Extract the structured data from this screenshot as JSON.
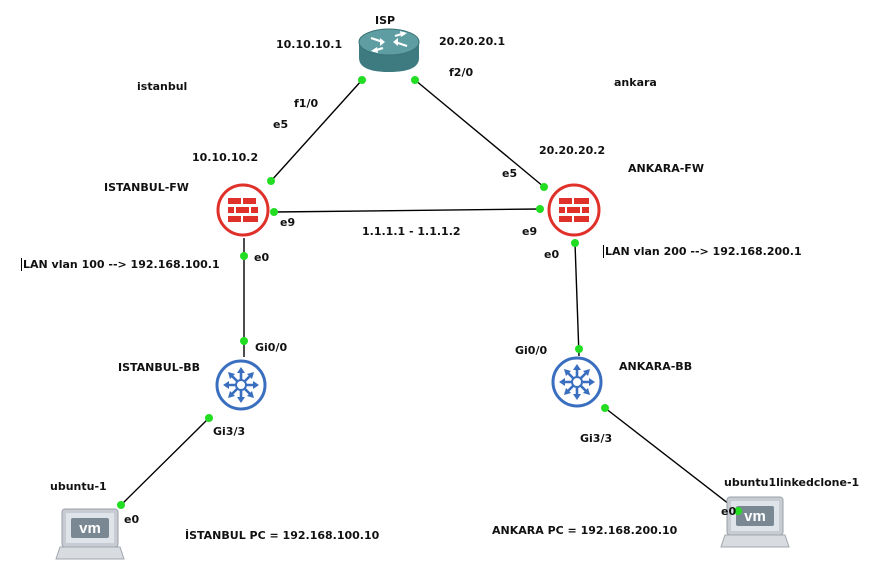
{
  "nodes": {
    "isp": {
      "label": "ISP"
    },
    "istanbul_fw": {
      "label": "ISTANBUL-FW"
    },
    "ankara_fw": {
      "label": "ANKARA-FW"
    },
    "istanbul_bb": {
      "label": "ISTANBUL-BB"
    },
    "ankara_bb": {
      "label": "ANKARA-BB"
    },
    "ubuntu1": {
      "label": "ubuntu-1",
      "screen_text": "vm"
    },
    "ubuntu_clone": {
      "label": "ubuntu1linkedclone-1",
      "screen_text": "vm"
    }
  },
  "interfaces": {
    "isp_f1": "f1/0",
    "isp_f2": "f2/0",
    "ist_fw_e5": "e5",
    "ist_fw_e9": "e9",
    "ist_fw_e0": "e0",
    "ank_fw_e5": "e5",
    "ank_fw_e9": "e9",
    "ank_fw_e0": "e0",
    "ist_bb_gi00": "Gi0/0",
    "ist_bb_gi33": "Gi3/3",
    "ank_bb_gi00": "Gi0/0",
    "ank_bb_gi33": "Gi3/3",
    "ubuntu1_e0": "e0",
    "clone_e0": "e0"
  },
  "addresses": {
    "isp_left": "10.10.10.1",
    "isp_right": "20.20.20.1",
    "ist_fw_wan": "10.10.10.2",
    "ank_fw_wan": "20.20.20.2",
    "fw_link": "1.1.1.1 - 1.1.1.2"
  },
  "notes": {
    "istanbul": "istanbul",
    "ankara": "ankara",
    "lan_ist": "LAN vlan 100 --> 192.168.100.1",
    "lan_ank": "LAN vlan 200 --> 192.168.200.1",
    "pc_ist": "İSTANBUL PC = 192.168.100.10",
    "pc_ank": "ANKARA PC = 192.168.200.10"
  },
  "colors": {
    "link": "#000000",
    "port_dot": "#22dd22",
    "firewall": "#e0302a",
    "switch": "#3a6fc0",
    "router": "#4f8f94"
  }
}
